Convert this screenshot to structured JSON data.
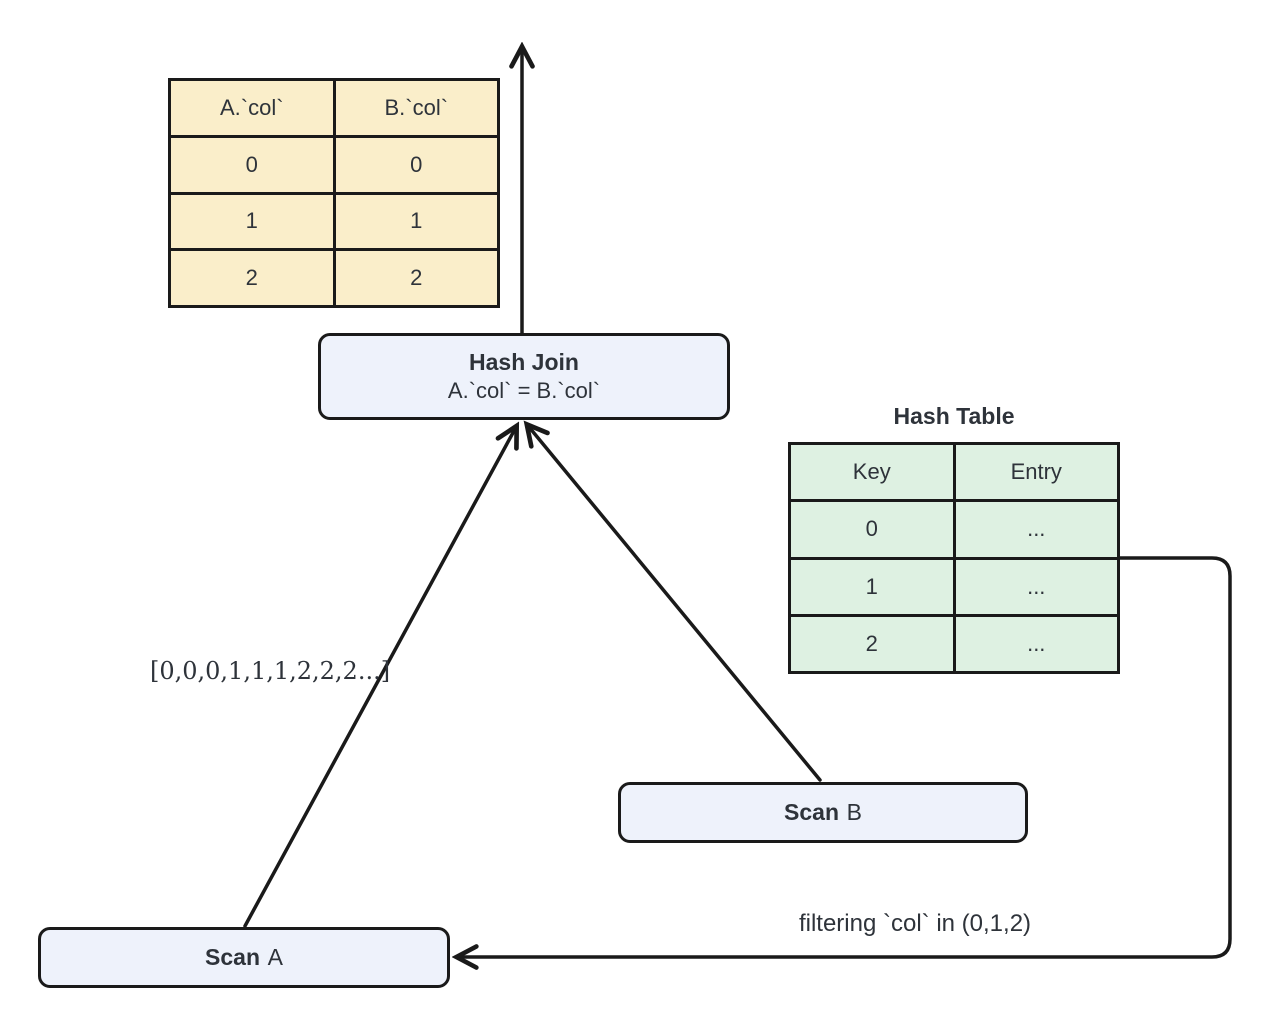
{
  "colors": {
    "line": "#1a1a1a",
    "text": "#2e333a",
    "result-bg": "#faeeca",
    "hash-bg": "#def1e2",
    "node-bg": "#eef2fb"
  },
  "result_table": {
    "headers": [
      "A.`col`",
      "B.`col`"
    ],
    "rows": [
      [
        "0",
        "0"
      ],
      [
        "1",
        "1"
      ],
      [
        "2",
        "2"
      ]
    ]
  },
  "hash_join": {
    "title": "Hash Join",
    "condition": "A.`col` = B.`col`"
  },
  "hash_table": {
    "title": "Hash Table",
    "headers": [
      "Key",
      "Entry"
    ],
    "rows": [
      [
        "0",
        "..."
      ],
      [
        "1",
        "..."
      ],
      [
        "2",
        "..."
      ]
    ]
  },
  "scan_a": {
    "name": "Scan",
    "operand": "A"
  },
  "scan_b": {
    "name": "Scan",
    "operand": "B"
  },
  "annotations": {
    "build_values": "[0,0,0,1,1,1,2,2,2...]",
    "filter": "filtering `col` in (0,1,2)"
  }
}
